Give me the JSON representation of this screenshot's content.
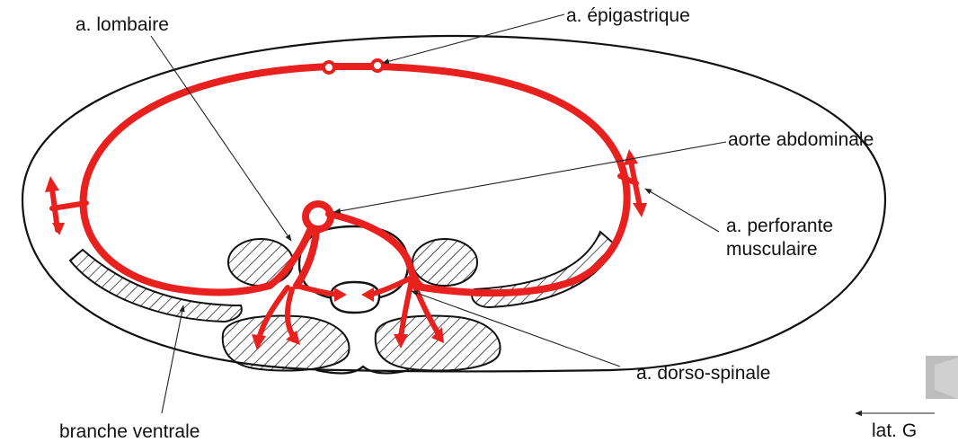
{
  "labels": {
    "epigastrique": "a. épigastrique",
    "lombaire": "a. lombaire",
    "aorte": "aorte abdominale",
    "perforante_line1": "a. perforante",
    "perforante_line2": "musculaire",
    "dorso_spinale": "a. dorso-spinale",
    "branche_ventrale": "branche ventrale",
    "lateral": "lat. G"
  },
  "colors": {
    "artery": "#e8211f",
    "outline": "#111111",
    "speaker_widget": "#b8b8b8"
  },
  "icons": {
    "speaker": "speaker-icon"
  }
}
